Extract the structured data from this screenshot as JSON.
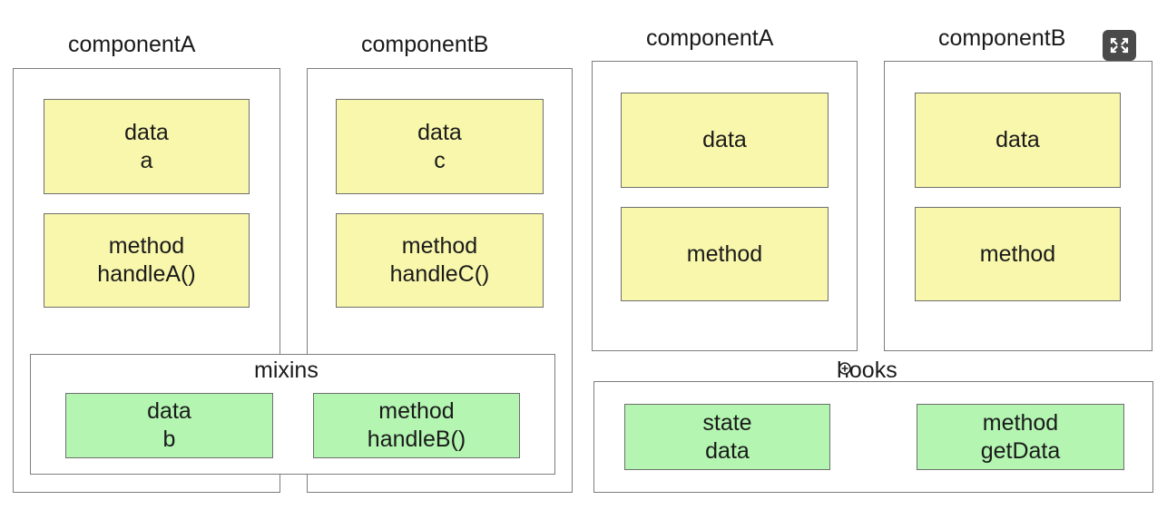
{
  "left": {
    "componentA": {
      "title": "componentA",
      "data": {
        "line1": "data",
        "line2": "a"
      },
      "method": {
        "line1": "method",
        "line2": "handleA()"
      }
    },
    "componentB": {
      "title": "componentB",
      "data": {
        "line1": "data",
        "line2": "c"
      },
      "method": {
        "line1": "method",
        "line2": "handleC()"
      }
    },
    "mixins": {
      "title": "mixins",
      "data": {
        "line1": "data",
        "line2": "b"
      },
      "method": {
        "line1": "method",
        "line2": "handleB()"
      }
    }
  },
  "right": {
    "componentA": {
      "title": "componentA",
      "data": {
        "line1": "data"
      },
      "method": {
        "line1": "method"
      }
    },
    "componentB": {
      "title": "componentB",
      "data": {
        "line1": "data"
      },
      "method": {
        "line1": "method"
      }
    },
    "hooks": {
      "title": "hooks",
      "state": {
        "line1": "state",
        "line2": "data"
      },
      "method": {
        "line1": "method",
        "line2": "getData"
      }
    }
  },
  "colors": {
    "component_box": "#f8f7ab",
    "shared_box": "#b3f5b1",
    "frame_border": "#7d7d7d",
    "fullscreen_button": "#4a4a4a"
  },
  "icons": {
    "fullscreen": "fullscreen-icon",
    "cursor": "cursor-icon"
  }
}
